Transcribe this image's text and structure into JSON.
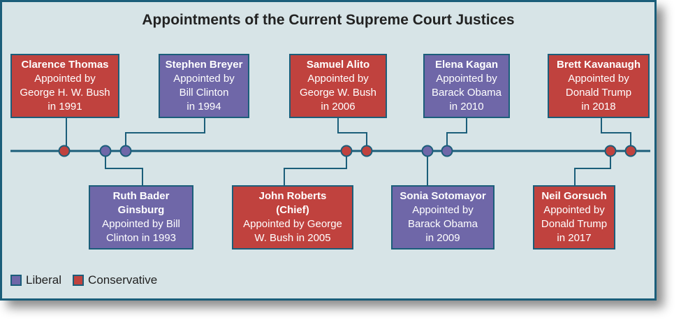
{
  "title": "Appointments of the Current Supreme Court Justices",
  "colors": {
    "liberal": "#6f67a8",
    "conservative": "#c0423e",
    "line": "#1b5e7a",
    "background": "#d7e4e7"
  },
  "justices": [
    {
      "name": "Clarence Thomas",
      "appointed": "Appointed by George H. W. Bush in 1991",
      "lines": [
        "Appointed by",
        "George H. W. Bush",
        "in 1991"
      ],
      "year": 1991,
      "party": "conservative"
    },
    {
      "name": "Ruth Bader Ginsburg",
      "name_lines": [
        "Ruth Bader",
        "Ginsburg"
      ],
      "lines": [
        "Appointed by Bill",
        "Clinton in 1993"
      ],
      "year": 1993,
      "party": "liberal"
    },
    {
      "name": "Stephen Breyer",
      "lines": [
        "Appointed by",
        "Bill Clinton",
        "in 1994"
      ],
      "year": 1994,
      "party": "liberal"
    },
    {
      "name_lines": [
        "John Roberts",
        "(Chief)"
      ],
      "lines": [
        "Appointed by George",
        "W. Bush in 2005"
      ],
      "year": 2005,
      "party": "conservative"
    },
    {
      "name": "Samuel Alito",
      "lines": [
        "Appointed by",
        "George W. Bush",
        "in 2006"
      ],
      "year": 2006,
      "party": "conservative"
    },
    {
      "name": "Sonia Sotomayor",
      "lines": [
        "Appointed by",
        "Barack Obama",
        "in 2009"
      ],
      "year": 2009,
      "party": "liberal"
    },
    {
      "name": "Elena Kagan",
      "lines": [
        "Appointed by",
        "Barack Obama",
        "in 2010"
      ],
      "year": 2010,
      "party": "liberal"
    },
    {
      "name": "Neil Gorsuch",
      "lines": [
        "Appointed by",
        "Donald Trump",
        "in 2017"
      ],
      "year": 2017,
      "party": "conservative"
    },
    {
      "name": "Brett Kavanaugh",
      "lines": [
        "Appointed by",
        "Donald Trump",
        "in 2018"
      ],
      "year": 2018,
      "party": "conservative"
    }
  ],
  "legend": {
    "liberal": "Liberal",
    "conservative": "Conservative"
  }
}
